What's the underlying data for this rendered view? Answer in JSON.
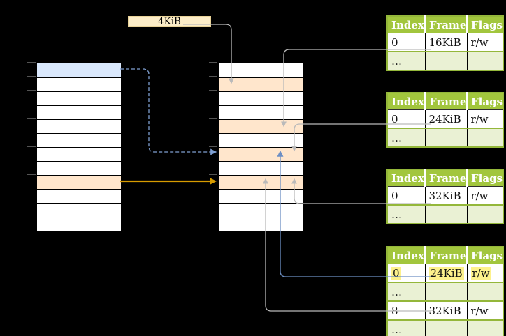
{
  "palette": {
    "cell_blue": "#dae8fc",
    "cell_orange": "#ffe6cc",
    "label_fill": "#fcedc8",
    "tbl_green": "#a2c63d",
    "tbl_light": "#eaf1d4",
    "tbl_border": "#94b73a",
    "yellow": "#fdf18c",
    "arrow_gray": "#bababa",
    "arrow_orange": "#d79b00",
    "blue_solid": "#6d8fc4",
    "blue_dash": "#7f9fd1",
    "tick": "#777777"
  },
  "frame_size_label": "4KiB",
  "virtual_memory": {
    "rows": [
      "blue",
      "white",
      "white",
      "white",
      "white",
      "white",
      "white",
      "white",
      "orange",
      "white",
      "white",
      "white"
    ]
  },
  "physical_memory": {
    "rows": [
      "white",
      "orange",
      "white",
      "white",
      "orange",
      "white",
      "orange",
      "white",
      "orange",
      "white",
      "white",
      "white"
    ]
  },
  "page_tables": [
    {
      "name": "page-table-at-16kib",
      "headers": [
        "Index",
        "Frame",
        "Flags"
      ],
      "rows": [
        {
          "cells": [
            "0",
            "16KiB",
            "r/w"
          ],
          "style": "plain",
          "highlight": false
        },
        {
          "cells": [
            "…",
            "",
            ""
          ],
          "style": "dots",
          "highlight": false
        }
      ]
    },
    {
      "name": "page-table-at-24kib",
      "headers": [
        "Index",
        "Frame",
        "Flags"
      ],
      "rows": [
        {
          "cells": [
            "0",
            "24KiB",
            "r/w"
          ],
          "style": "plain",
          "highlight": false
        },
        {
          "cells": [
            "…",
            "",
            ""
          ],
          "style": "dots",
          "highlight": false
        }
      ]
    },
    {
      "name": "page-table-at-32kib",
      "headers": [
        "Index",
        "Frame",
        "Flags"
      ],
      "rows": [
        {
          "cells": [
            "0",
            "32KiB",
            "r/w"
          ],
          "style": "plain",
          "highlight": false
        },
        {
          "cells": [
            "…",
            "",
            ""
          ],
          "style": "dots",
          "highlight": false
        }
      ]
    },
    {
      "name": "level-2-page-table",
      "headers": [
        "Index",
        "Frame",
        "Flags"
      ],
      "rows": [
        {
          "cells": [
            "0",
            "24KiB",
            "r/w"
          ],
          "style": "plain",
          "highlight": true
        },
        {
          "cells": [
            "…",
            "",
            ""
          ],
          "style": "dots",
          "highlight": false
        },
        {
          "cells": [
            "8",
            "32KiB",
            "r/w"
          ],
          "style": "plain",
          "highlight": false
        },
        {
          "cells": [
            "…",
            "",
            ""
          ],
          "style": "dots",
          "highlight": false
        }
      ]
    }
  ]
}
